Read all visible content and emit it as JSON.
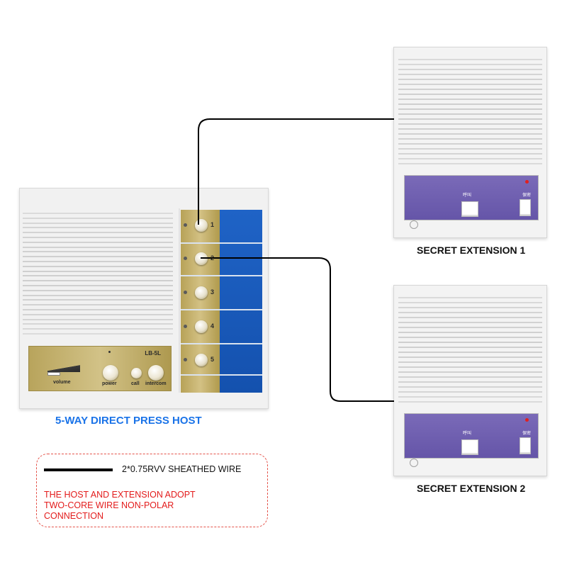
{
  "host": {
    "title": "5-WAY DIRECT PRESS HOST",
    "model": "LB-5L",
    "line_buttons": [
      {
        "num": "1"
      },
      {
        "num": "2"
      },
      {
        "num": "3"
      },
      {
        "num": "4"
      },
      {
        "num": "5"
      }
    ],
    "controls": {
      "volume": "volume",
      "power": "power",
      "call": "call",
      "intercom": "intercom"
    }
  },
  "extensions": [
    {
      "title": "SECRET EXTENSION 1",
      "call_label": "呼叫",
      "secret_label": "保密"
    },
    {
      "title": "SECRET EXTENSION 2",
      "call_label": "呼叫",
      "secret_label": "保密"
    }
  ],
  "legend": {
    "wire": "2*0.75RVV SHEATHED WIRE",
    "note_lines": [
      "THE HOST AND EXTENSION ADOPT",
      "TWO-CORE WIRE NON-POLAR",
      "CONNECTION"
    ]
  },
  "colors": {
    "host_title": "#1a73e8",
    "note": "#e31b1b",
    "panel_blue": "#1f63c6",
    "panel_gold": "#c4b06c",
    "extension_panel": "#6f5fb0"
  }
}
